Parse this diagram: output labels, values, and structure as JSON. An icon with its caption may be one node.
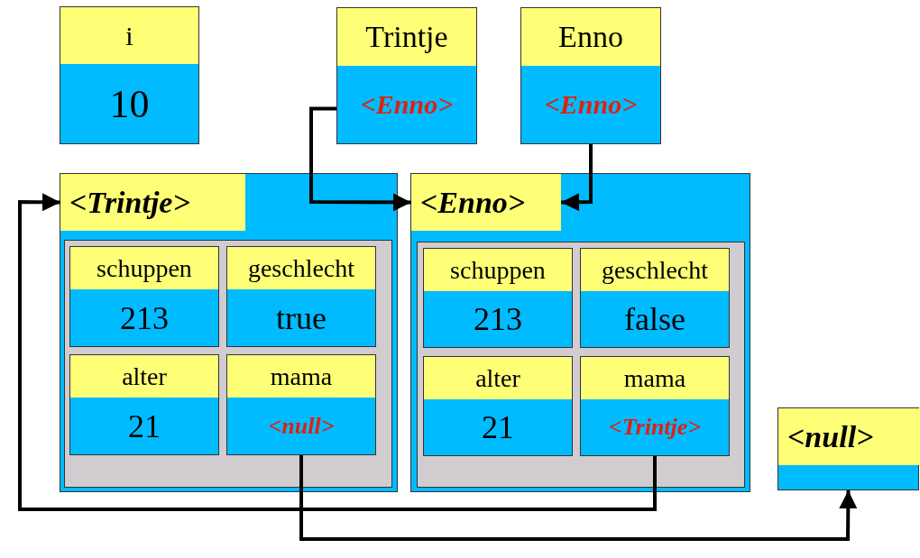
{
  "diagram": {
    "nodes": [
      {
        "text": [
          "i",
          "10"
        ]
      },
      {
        "text": [
          "Trintje",
          "<Enno>"
        ]
      },
      {
        "text": [
          "Enno",
          "<Enno>"
        ]
      },
      {
        "text": [
          "<Trintje>"
        ]
      },
      {
        "text": [
          "schuppen",
          "213"
        ],
        "in": 3
      },
      {
        "text": [
          "geschlecht",
          "true"
        ],
        "in": 3
      },
      {
        "text": [
          "alter",
          "21"
        ],
        "in": 3
      },
      {
        "text": [
          "mama",
          "<null>"
        ],
        "in": 3
      },
      {
        "text": [
          "<Enno>"
        ]
      },
      {
        "text": [
          "schuppen",
          "213"
        ],
        "in": 8
      },
      {
        "text": [
          "geschlecht",
          "false"
        ],
        "in": 8
      },
      {
        "text": [
          "alter",
          "21"
        ],
        "in": 8
      },
      {
        "text": [
          "mama",
          "<Trintje>"
        ],
        "in": 8
      },
      {
        "text": [
          "<null>"
        ]
      }
    ],
    "edges": [
      {
        "from": 1,
        "to": 8,
        "arrow": "to"
      },
      {
        "from": 2,
        "to": 8,
        "arrow": "to"
      },
      {
        "from": 12,
        "to": 3,
        "arrow": "to"
      },
      {
        "from": 7,
        "to": 13,
        "arrow": "to"
      }
    ]
  }
}
